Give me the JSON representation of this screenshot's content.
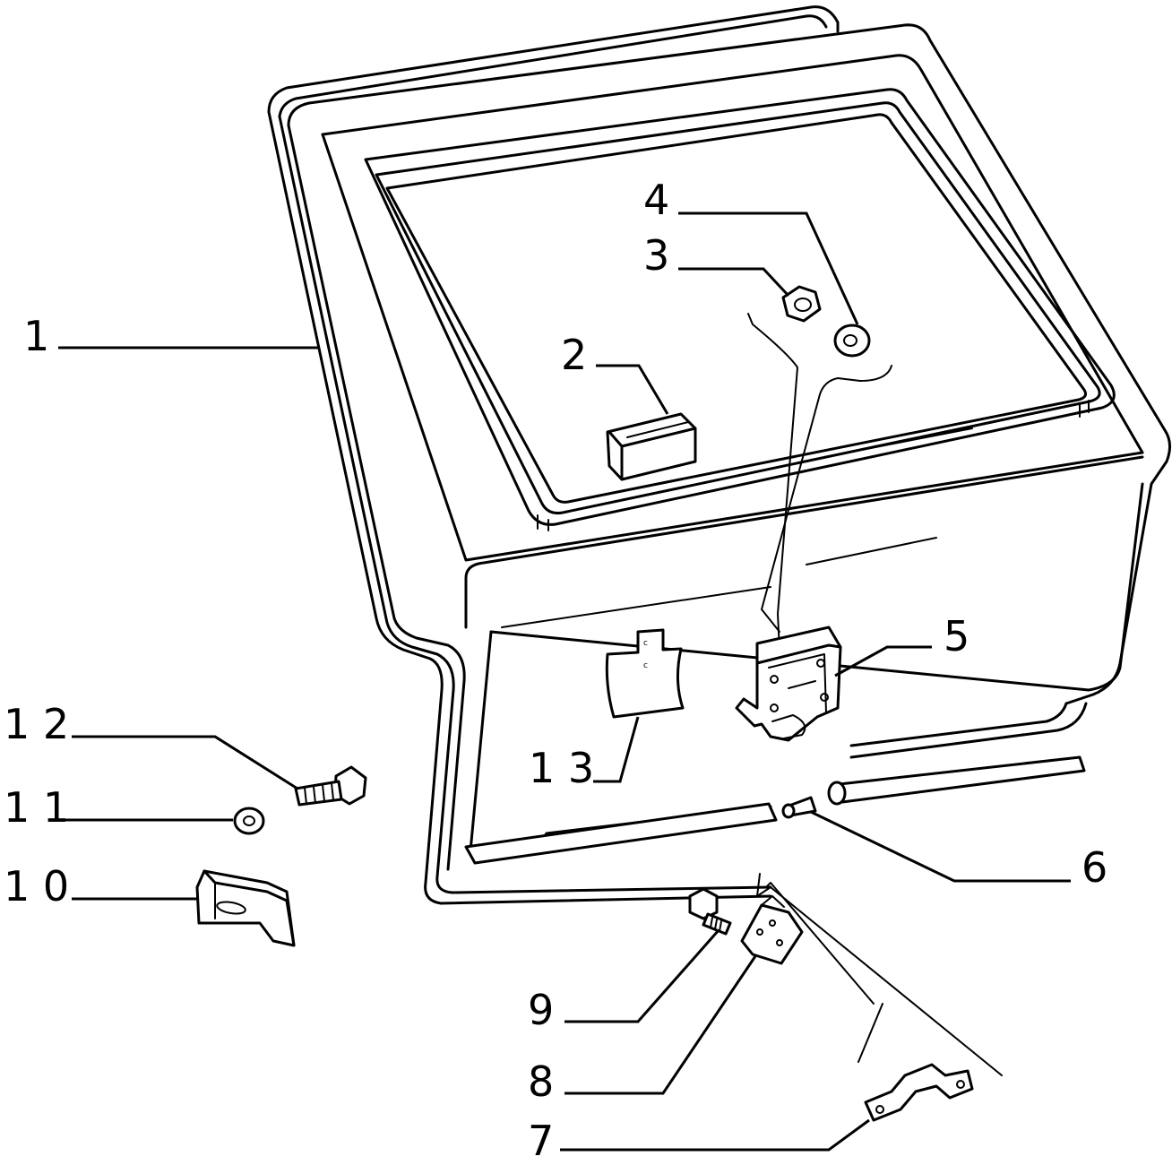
{
  "callouts": {
    "p1": "1",
    "p2": "2",
    "p3": "3",
    "p4": "4",
    "p5": "5",
    "p6": "6",
    "p7": "7",
    "p8": "8",
    "p9": "9",
    "p10": "1 0",
    "p11": "1 1",
    "p12": "1 2",
    "p13": "1 3"
  },
  "colors": {
    "line": "#000000",
    "background": "#ffffff"
  }
}
